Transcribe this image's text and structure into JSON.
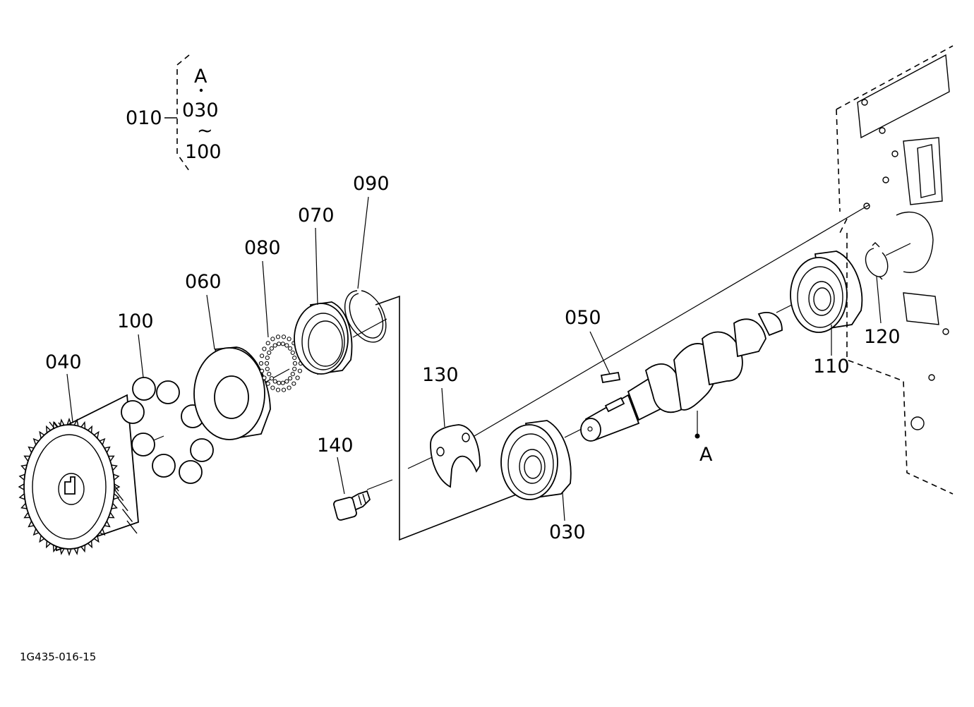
{
  "diagram": {
    "drawing_id": "1G435-016-15",
    "assembly_group": {
      "parent": "010",
      "members": [
        "A",
        "030",
        "100"
      ],
      "range_mark": "~"
    },
    "parts": [
      {
        "ref": "030"
      },
      {
        "ref": "040"
      },
      {
        "ref": "050"
      },
      {
        "ref": "060"
      },
      {
        "ref": "070"
      },
      {
        "ref": "080"
      },
      {
        "ref": "090"
      },
      {
        "ref": "100"
      },
      {
        "ref": "110"
      },
      {
        "ref": "120"
      },
      {
        "ref": "130"
      },
      {
        "ref": "140"
      }
    ],
    "camshaft_marker": "A"
  }
}
